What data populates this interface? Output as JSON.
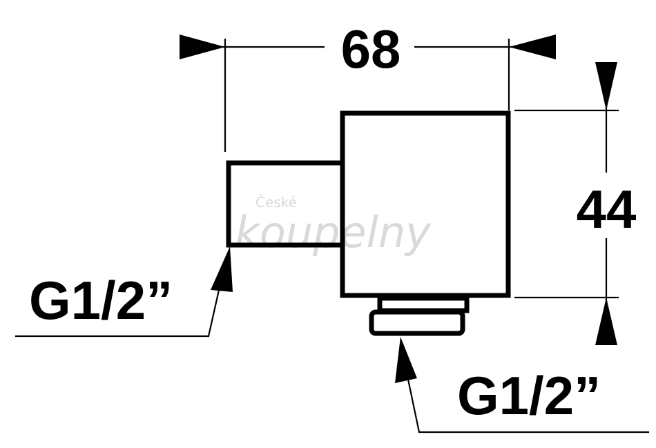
{
  "dimensions": {
    "width_label": "68",
    "height_label": "44"
  },
  "threads": {
    "inlet_label": "G1/2”",
    "outlet_label": "G1/2”"
  },
  "watermark": {
    "line1": "České",
    "line2": "koupelny"
  }
}
